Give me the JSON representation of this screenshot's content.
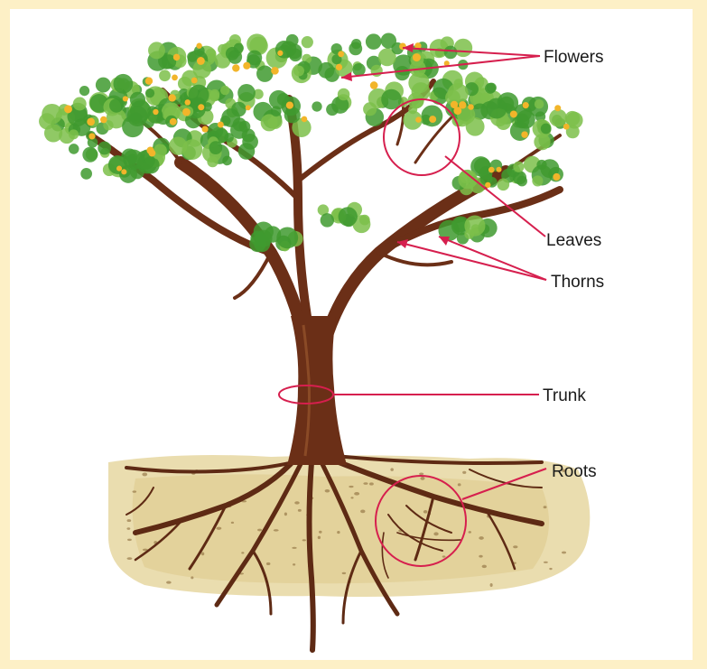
{
  "labels": {
    "flowers": "Flowers",
    "leaves": "Leaves",
    "thorns": "Thorns",
    "trunk": "Trunk",
    "roots": "Roots"
  },
  "colors": {
    "frame": "#fdf0c6",
    "panel": "#ffffff",
    "pointer": "#d61f4e",
    "foliage": "#3f9a2f",
    "foliage_light": "#7cc04a",
    "flower": "#f2b52a",
    "bark": "#6b2f17",
    "soil": "#e6d6a0"
  }
}
